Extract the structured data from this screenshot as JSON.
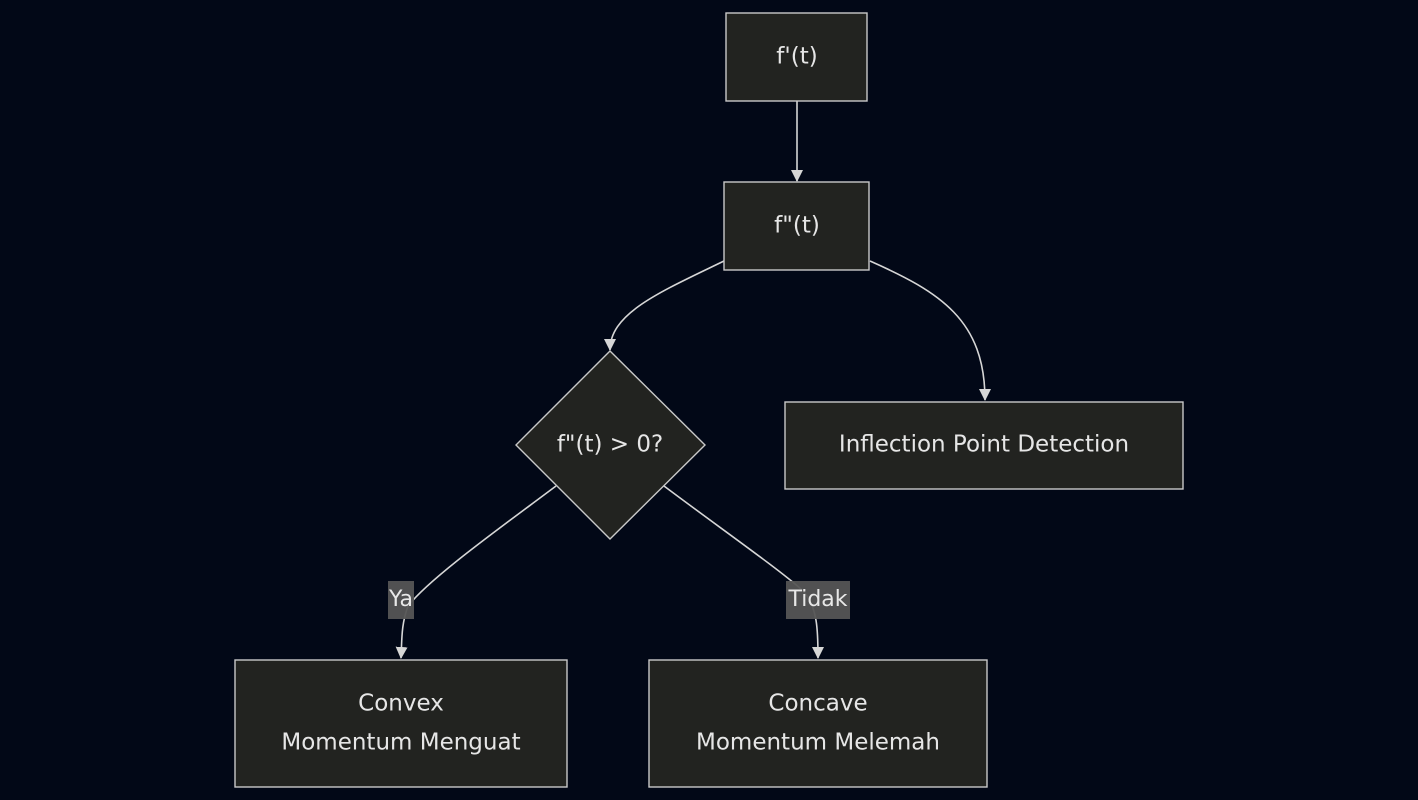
{
  "diagram": {
    "nodes": {
      "first_derivative": {
        "text": "f'(t)"
      },
      "second_derivative": {
        "text": "f\"(t)"
      },
      "decision": {
        "text": "f\"(t) > 0?"
      },
      "inflection": {
        "text": "Inflection Point Detection"
      },
      "convex": {
        "line1": "Convex",
        "line2": "Momentum Menguat"
      },
      "concave": {
        "line1": "Concave",
        "line2": "Momentum Melemah"
      }
    },
    "edges": {
      "yes_label": "Ya",
      "no_label": "Tidak"
    }
  }
}
